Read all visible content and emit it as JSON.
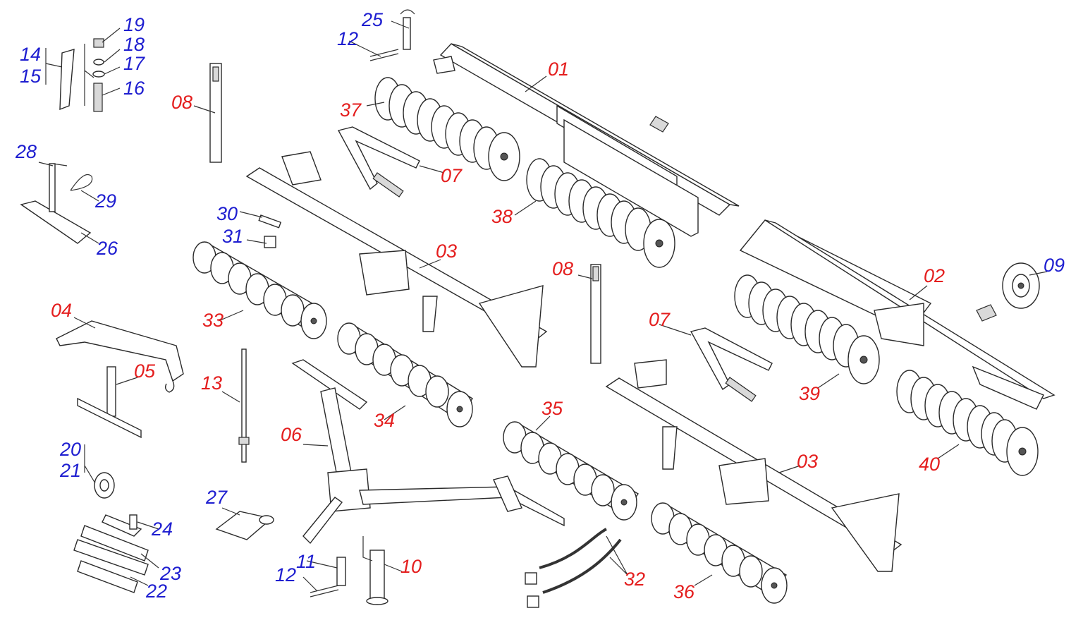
{
  "labels": {
    "l01": "01",
    "l02": "02",
    "l03a": "03",
    "l03b": "03",
    "l04": "04",
    "l05": "05",
    "l06": "06",
    "l07a": "07",
    "l07b": "07",
    "l08a": "08",
    "l08b": "08",
    "l09": "09",
    "l10": "10",
    "l11": "11",
    "l12a": "12",
    "l12b": "12",
    "l13": "13",
    "l14": "14",
    "l15": "15",
    "l16": "16",
    "l17": "17",
    "l18": "18",
    "l19": "19",
    "l20": "20",
    "l21": "21",
    "l22": "22",
    "l23": "23",
    "l24": "24",
    "l25": "25",
    "l26": "26",
    "l27": "27",
    "l28": "28",
    "l29": "29",
    "l30": "30",
    "l31": "31",
    "l32": "32",
    "l33": "33",
    "l34": "34",
    "l35": "35",
    "l36": "36",
    "l37": "37",
    "l38": "38",
    "l39": "39",
    "l40": "40"
  },
  "colors": {
    "assembly": "#e41e1e",
    "component": "#1e1ed0"
  }
}
